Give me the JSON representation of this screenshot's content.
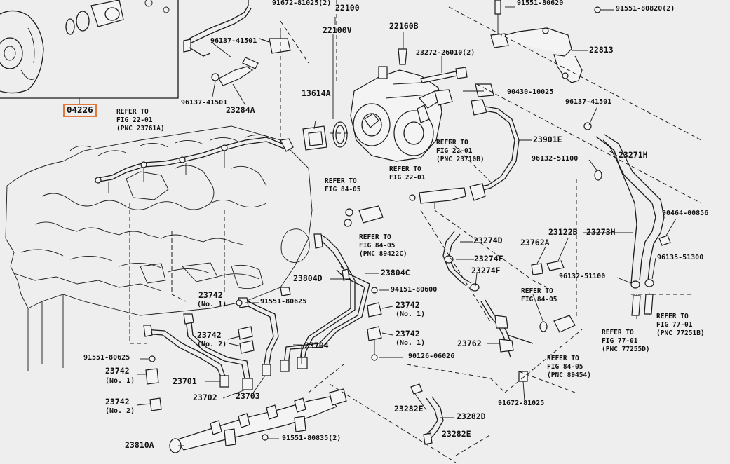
{
  "diagram": {
    "inset_part": "04226",
    "main_part": "22100",
    "labels": {
      "p22100V": "22100V",
      "p22160B": "22160B",
      "p23272": "23272-26010(2)",
      "p22813": "22813",
      "p91551_80820": "91551-80820(2)",
      "p96137_41501a": "96137-41501",
      "p96137_41501b": "96137-41501",
      "p96137_41501c": "96137-41501",
      "p23284A": "23284A",
      "p13614A": "13614A",
      "p90430": "90430-10025",
      "p23901E": "23901E",
      "p96132_51100a": "96132-51100",
      "p23271H": "23271H",
      "p90464": "90464-00856",
      "p23273H": "23273H",
      "p96135": "96135-51300",
      "p96132_51100b": "96132-51100",
      "p23274D": "23274D",
      "p23274F1": "23274F",
      "p23274F2": "23274F",
      "p23122B": "23122B",
      "p23762A": "23762A",
      "p23804C": "23804C",
      "p23804D": "23804D",
      "p94151": "94151-80600",
      "p91551_80625a": "91551-80625",
      "p91551_80625b": "91551-80625",
      "p23742a": "23742",
      "p23742a_sub": "(No. 1)",
      "p23742b": "23742",
      "p23742b_sub": "(No. 2)",
      "p23742c": "23742",
      "p23742c_sub": "(No. 1)",
      "p23742d": "23742",
      "p23742d_sub": "(No. 1)",
      "p23742e": "23742",
      "p23742e_sub": "(No. 1)",
      "p23742f": "23742",
      "p23742f_sub": "(No. 2)",
      "p23704": "23704",
      "p90126": "90126-06026",
      "p23762": "23762",
      "p23701": "23701",
      "p23702": "23702",
      "p23703": "23703",
      "p23810A": "23810A",
      "p91551_80835": "91551-80835(2)",
      "p23282E1": "23282E",
      "p23282E2": "23282E",
      "p23282D": "23282D",
      "p91672_81025": "91672-81025",
      "p91672_top": "91672-81025(2)",
      "p91551_top": "91551-80620"
    },
    "refs": {
      "r1": [
        "REFER TO",
        "FIG 22-01",
        "(PNC 23761A)"
      ],
      "r2": [
        "REFER TO",
        "FIG 22-01",
        "(PNC 23710B)"
      ],
      "r3": [
        "REFER TO",
        "FIG 22-01"
      ],
      "r4": [
        "REFER TO",
        "FIG 84-05"
      ],
      "r5": [
        "REFER TO",
        "FIG 84-05",
        "(PNC 89422C)"
      ],
      "r6": [
        "REFER TO",
        "FIG 84-05"
      ],
      "r7": [
        "REFER TO",
        "FIG 84-05",
        "(PNC 89454)"
      ],
      "r8": [
        "REFER TO",
        "FIG 77-01",
        "(PNC 77255D)"
      ],
      "r9": [
        "REFER TO",
        "FIG 77-01",
        "(PNC 77251B)"
      ]
    }
  }
}
